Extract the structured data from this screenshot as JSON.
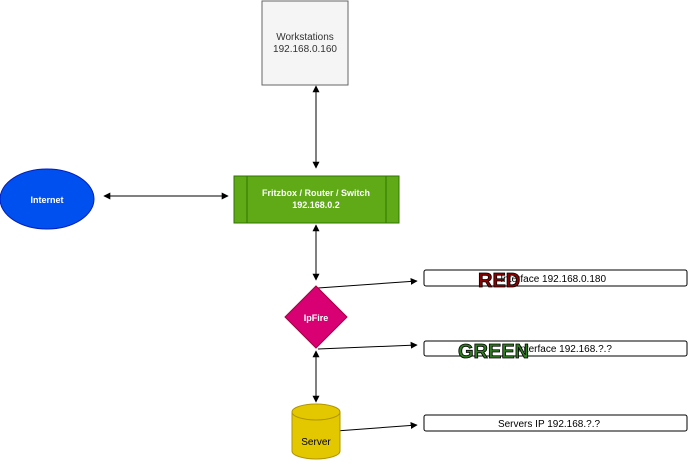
{
  "nodes": {
    "workstations": {
      "line1": "Workstations",
      "line2": "192.168.0.160"
    },
    "internet": {
      "label": "Internet"
    },
    "fritzbox": {
      "line1": "Fritzbox / Router / Switch",
      "line2": "192.168.0.2"
    },
    "ipfire": {
      "label": "IpFire"
    },
    "server": {
      "label": "Server"
    }
  },
  "interfaces": {
    "red": {
      "text": "Interface 192.168.0.180",
      "overlay": "RED"
    },
    "green": {
      "text": "Interface 192.168.?.?",
      "overlay": "GREEN"
    },
    "servers": {
      "text": "Servers IP 192.168.?.?"
    }
  },
  "colors": {
    "workstations_fill": "#f5f5f5",
    "internet_fill": "#0050ef",
    "fritzbox_fill": "#60a917",
    "ipfire_fill": "#d80073",
    "server_fill": "#e3c800",
    "red_text": "#8b0000",
    "green_text": "#2e7d1f"
  }
}
